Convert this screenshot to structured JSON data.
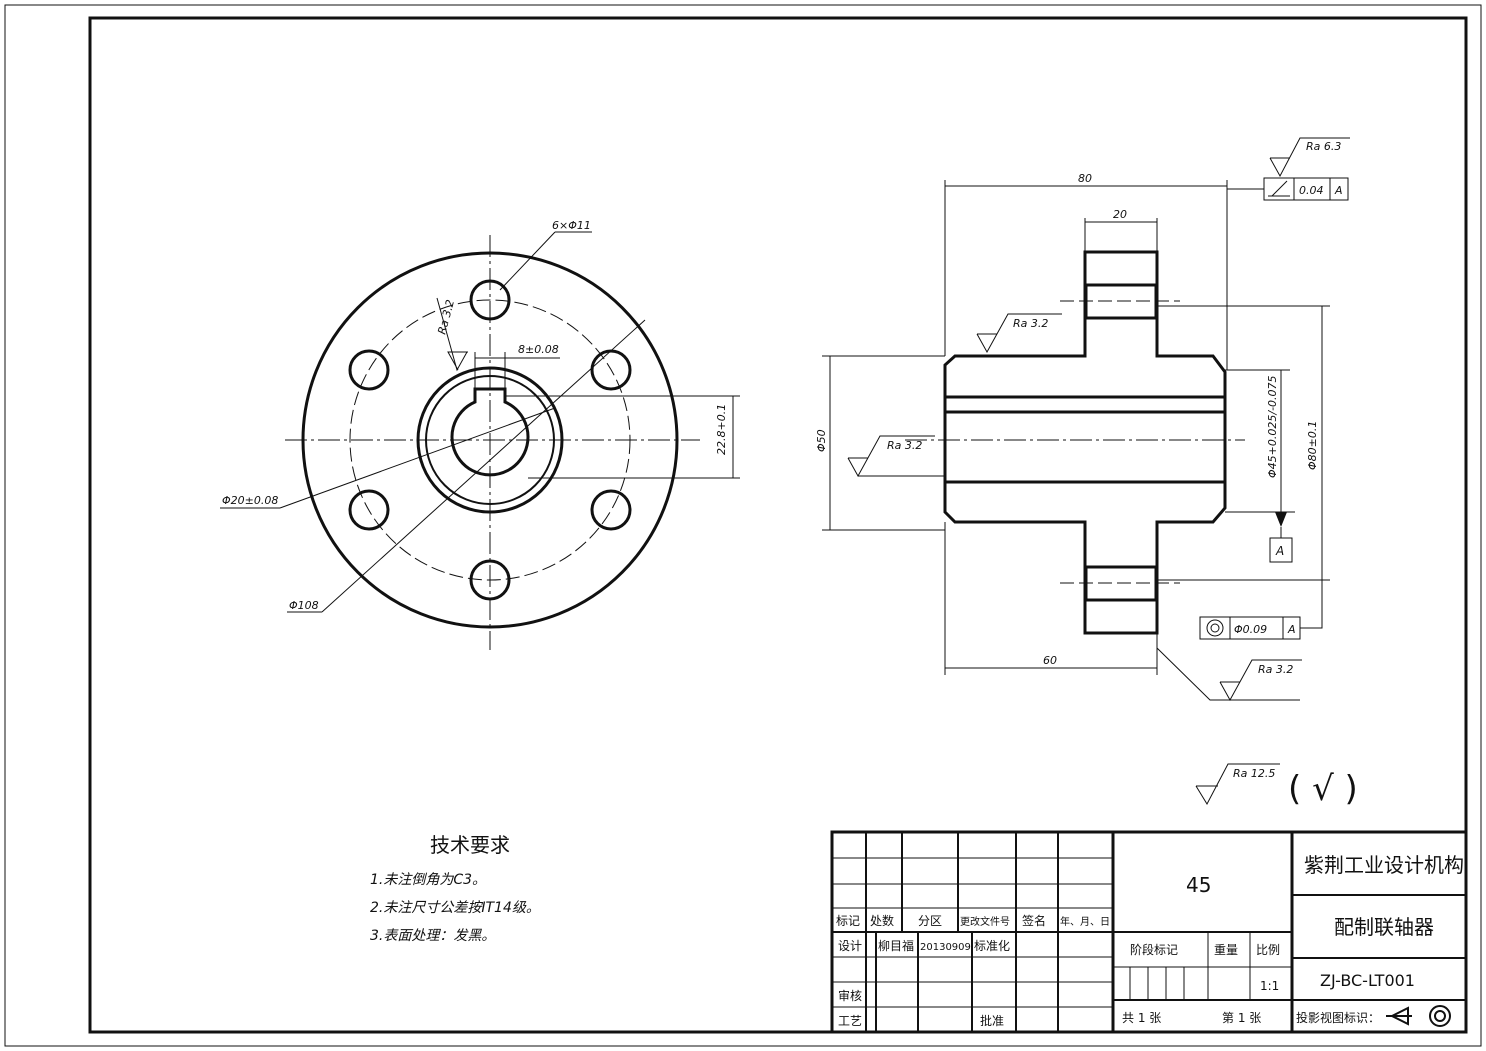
{
  "front_view": {
    "dim_holes": "6×Φ11",
    "dim_key_width": "8±0.08",
    "dim_bore": "Φ20±0.08",
    "dim_outer": "Φ108",
    "dim_key_depth": "22.8+0.1",
    "rough_key": "Ra 3.2"
  },
  "section_view": {
    "dim_length": "80",
    "dim_flange": "20",
    "dim_hub_len": "60",
    "dim_hub_dia": "Φ50",
    "dim_shaft": "Φ45+0.025/-0.075",
    "dim_flange_dia": "Φ80±0.1",
    "rough_top": "Ra 6.3",
    "rough_left": "Ra 3.2",
    "rough_bore": "Ra 3.2",
    "rough_bottom": "Ra 3.2",
    "tol_perp": "0.04",
    "tol_perp_ref": "A",
    "tol_conc": "Φ0.09",
    "tol_conc_ref": "A",
    "datum": "A"
  },
  "general_roughness": {
    "value": "Ra 12.5",
    "paren": "( √ )"
  },
  "tech_req": {
    "title": "技术要求",
    "items": [
      "1.未注倒角为C3。",
      "2.未注尺寸公差按IT14级。",
      "3.表面处理：发黑。"
    ]
  },
  "title_block": {
    "material": "45",
    "company": "紫荆工业设计机构",
    "part_name": "配制联轴器",
    "drawing_no": "ZJ-BC-LT001",
    "headers": [
      "标记",
      "处数",
      "分区",
      "更改文件号",
      "签名",
      "年、月、日"
    ],
    "design_label": "设计",
    "designer": "柳目福",
    "date": "20130909",
    "std_label": "标准化",
    "review_label": "审核",
    "process_label": "工艺",
    "approve_label": "批准",
    "stage_label": "阶段标记",
    "weight_label": "重量",
    "scale_label": "比例",
    "scale": "1:1",
    "sheets_total": "共 1 张",
    "sheet_no": "第 1 张",
    "projection_label": "投影视图标识："
  }
}
